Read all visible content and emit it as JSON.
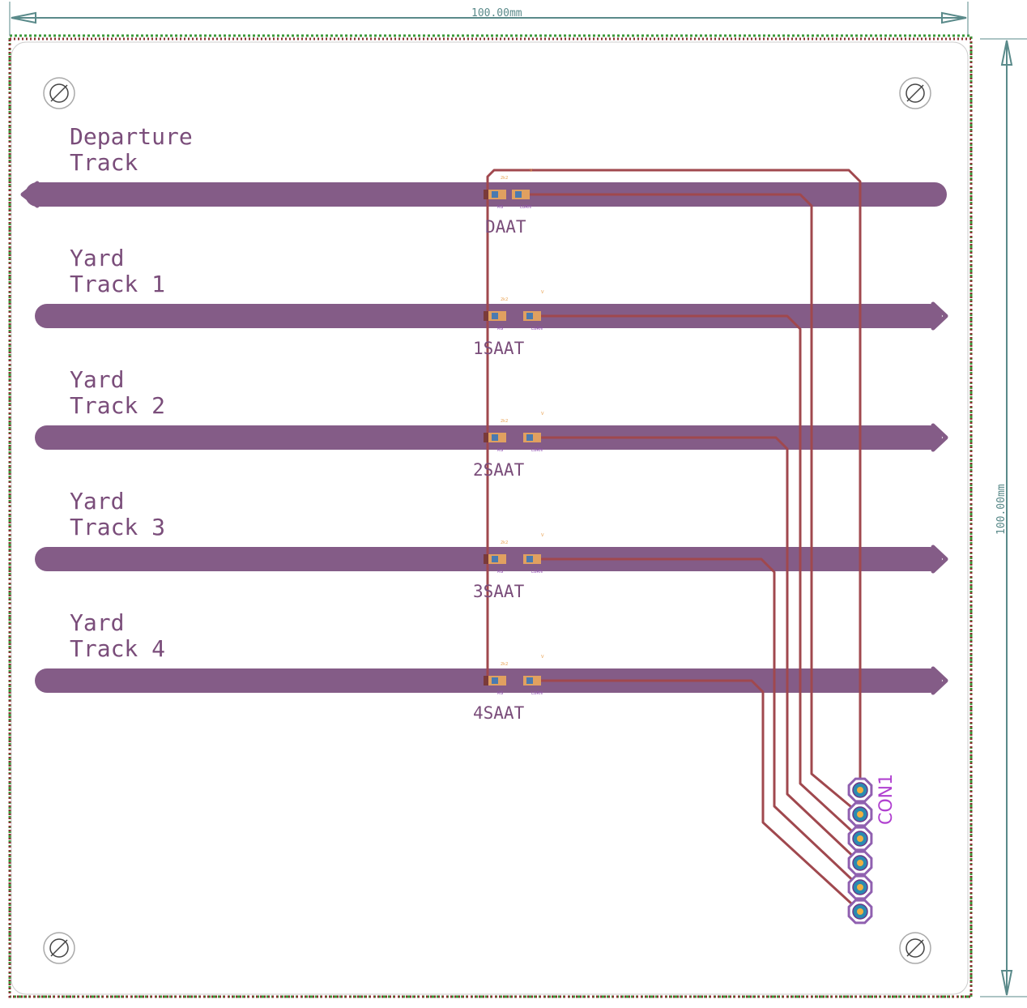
{
  "dimensions": {
    "width_label": "100.00mm",
    "height_label": "100.00mm"
  },
  "tracks": [
    {
      "id": "departure",
      "line1": "Departure",
      "line2": "Track",
      "station": "DAAT",
      "direction": "left"
    },
    {
      "id": "yard1",
      "line1": "Yard",
      "line2": "Track 1",
      "station": "1SAAT",
      "direction": "right"
    },
    {
      "id": "yard2",
      "line1": "Yard",
      "line2": "Track 2",
      "station": "2SAAT",
      "direction": "right"
    },
    {
      "id": "yard3",
      "line1": "Yard",
      "line2": "Track 3",
      "station": "3SAAT",
      "direction": "right"
    },
    {
      "id": "yard4",
      "line1": "Yard",
      "line2": "Track 4",
      "station": "4SAAT",
      "direction": "right"
    }
  ],
  "connector": {
    "label": "CON1",
    "pin_count": 6
  },
  "part_tiny_labels": {
    "resistor": "2k2",
    "bottom_left": "RG",
    "bottom_right": "LGRN",
    "top_mark": "V"
  },
  "colors": {
    "track": "#845c87",
    "trace": "#a0484e",
    "dimension": "#5a8a8a",
    "pad": "#e0a060",
    "via_ring": "#9060b0",
    "via_fill": "#2a8ab0",
    "via_center": "#f0b040",
    "board_outline_red": "#8b3030",
    "board_outline_green": "#3a9a3a",
    "connector_label": "#b040d0"
  }
}
